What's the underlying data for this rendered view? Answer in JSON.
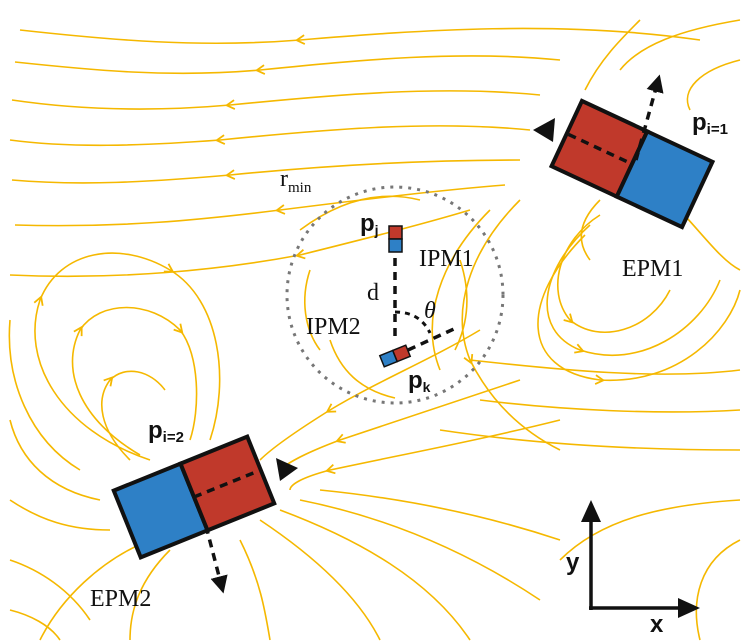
{
  "colors": {
    "field_line": "#f5b800",
    "north_red": "#c0392b",
    "south_blue": "#2e80c6",
    "outline": "#111111",
    "circle": "#777777"
  },
  "labels": {
    "r_min": "r",
    "r_min_sub": "min",
    "p_j": "p",
    "p_j_sub": "j",
    "p_k": "p",
    "p_k_sub": "k",
    "p_i1": "p",
    "p_i1_sub": "i=1",
    "p_i2": "p",
    "p_i2_sub": "i=2",
    "ipm1": "IPM1",
    "ipm2": "IPM2",
    "epm1": "EPM1",
    "epm2": "EPM2",
    "d": "d",
    "theta": "θ",
    "axis_x": "x",
    "axis_y": "y"
  },
  "icons": {
    "epm1": "epm-magnet-icon",
    "epm2": "epm-magnet-icon",
    "ipm": "ipm-magnet-icon"
  }
}
